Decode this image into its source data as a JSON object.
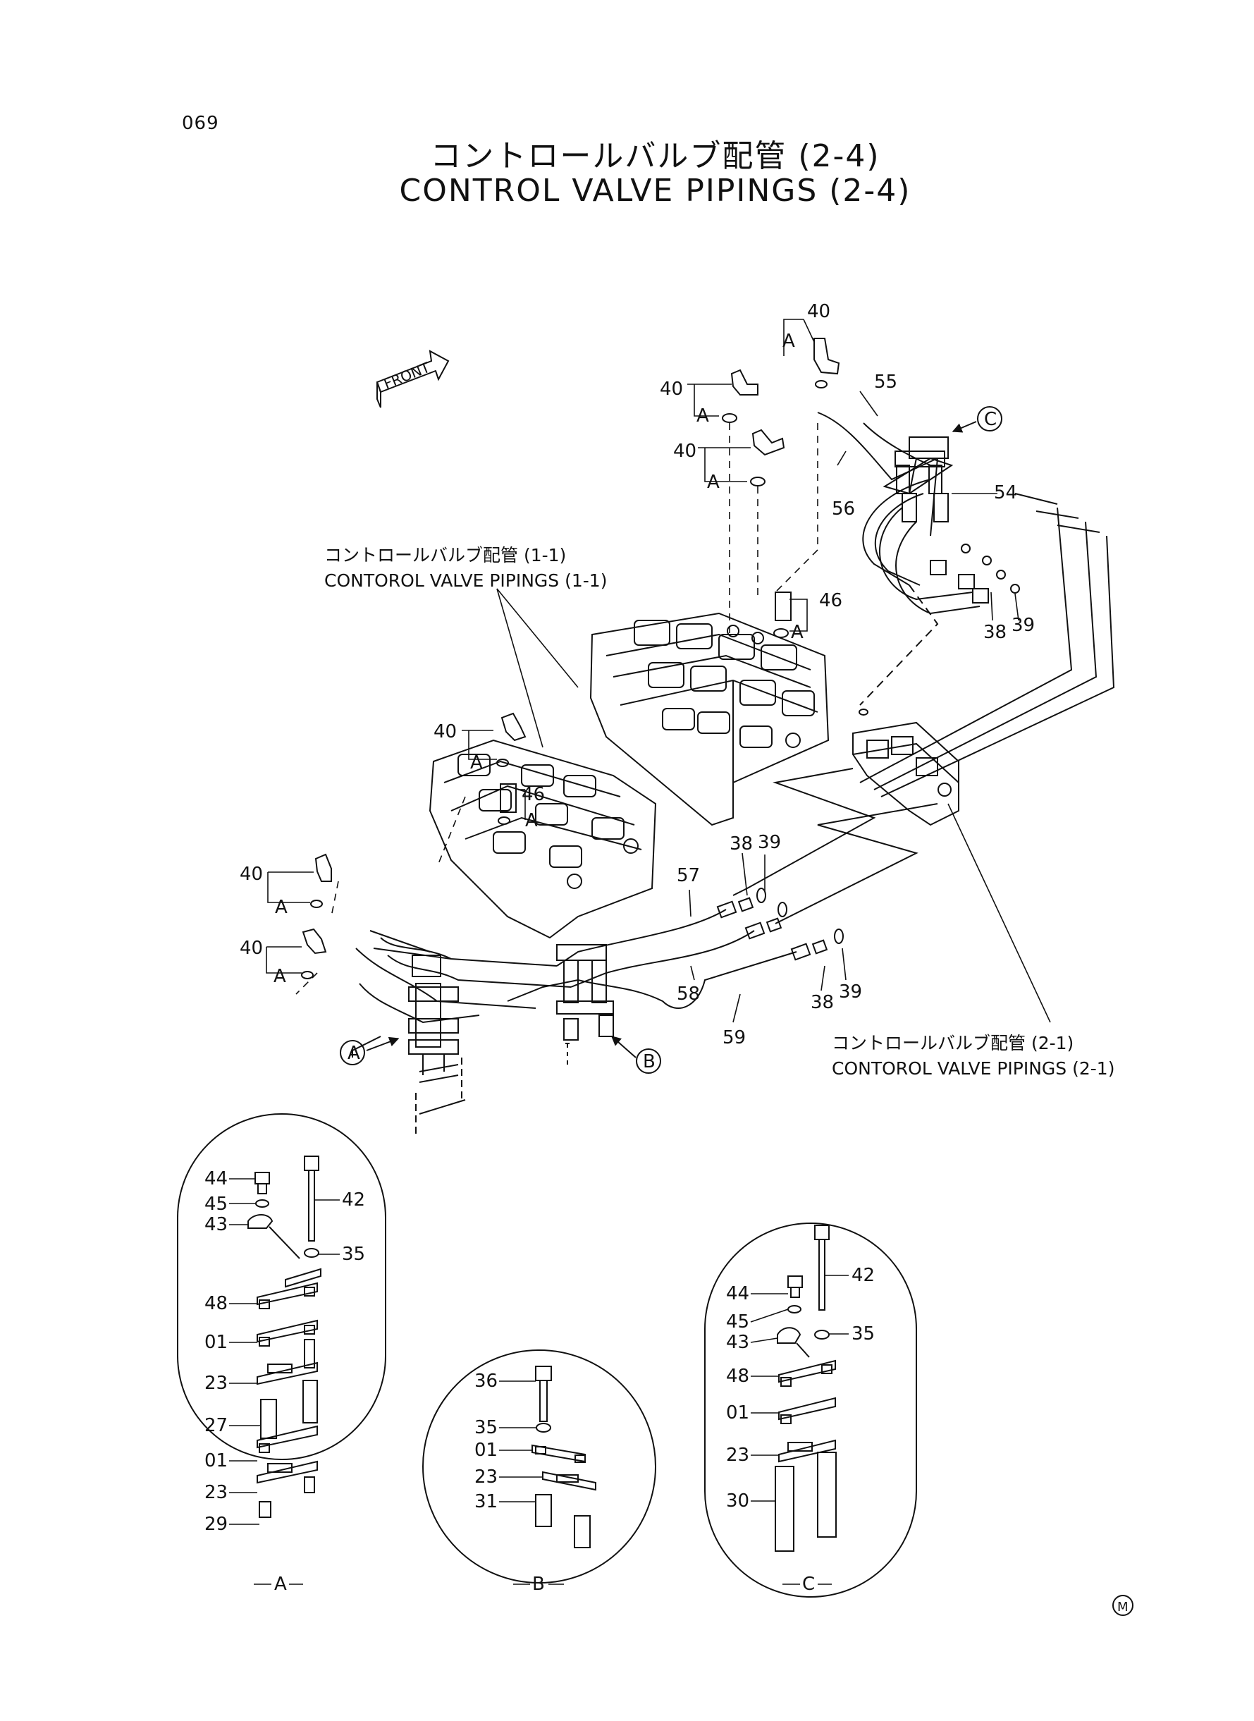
{
  "page": {
    "number": "069"
  },
  "title": {
    "japanese": "コントロールバルブ配管 (2-4)",
    "english": "CONTROL VALVE PIPINGS (2-4)"
  },
  "direction_marker": {
    "label": "FRONT"
  },
  "references": [
    {
      "japanese": "コントロールバルブ配管 (1-1)",
      "english": "CONTOROL VALVE PIPINGS (1-1)"
    },
    {
      "japanese": "コントロールバルブ配管 (2-1)",
      "english": "CONTOROL VALVE PIPINGS (2-1)"
    }
  ],
  "view_markers": [
    "A",
    "B",
    "C"
  ],
  "main_labels": {
    "p40a": "40",
    "p40b": "40",
    "p40c": "40",
    "p40d": "40",
    "p40e": "40",
    "p40f": "40",
    "p46a": "46",
    "p46b": "46",
    "p55": "55",
    "p56": "56",
    "p54": "54",
    "p38a": "38",
    "p39a": "39",
    "p38b": "38",
    "p39b": "39",
    "p38c": "38",
    "p39c": "39",
    "p57": "57",
    "p58": "58",
    "p59": "59",
    "a": "A"
  },
  "detail_A": {
    "view": "A",
    "parts": [
      "44",
      "45",
      "43",
      "42",
      "35",
      "48",
      "01",
      "23",
      "27",
      "01",
      "23",
      "29"
    ]
  },
  "detail_B": {
    "view": "B",
    "parts": [
      "36",
      "35",
      "01",
      "23",
      "31"
    ]
  },
  "detail_C": {
    "view": "C",
    "parts": [
      "44",
      "42",
      "45",
      "35",
      "43",
      "48",
      "01",
      "23",
      "30"
    ]
  },
  "mark": "M"
}
